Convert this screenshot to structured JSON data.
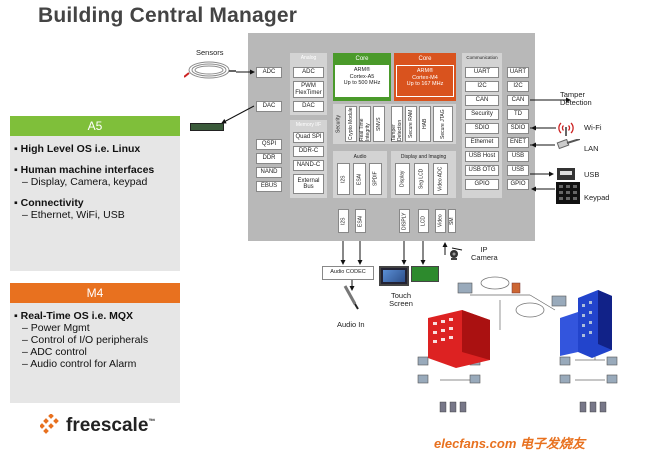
{
  "title": "Building Central Manager",
  "panels": {
    "a5": {
      "header": "A5",
      "sections": [
        {
          "heading": "High Level OS i.e. Linux",
          "items": []
        },
        {
          "heading": "Human machine interfaces",
          "items": [
            "Display, Camera, keypad"
          ]
        },
        {
          "heading": "Connectivity",
          "items": [
            "Ethernet, WiFi, USB"
          ]
        }
      ]
    },
    "m4": {
      "header": "M4",
      "sections": [
        {
          "heading": "Real-Time OS i.e. MQX",
          "items": [
            "Power Mgmt",
            "Control of I/O peripherals",
            "ADC control",
            "Audio control for Alarm"
          ]
        }
      ]
    }
  },
  "chip": {
    "left_pins": [
      "ADC",
      "DAC",
      "QSPI",
      "DDR",
      "NAND",
      "EBUS"
    ],
    "analog": {
      "header": "Analog",
      "blocks": [
        "ADC",
        "PWM FlexTimer",
        "DAC"
      ]
    },
    "memory": {
      "header": "Memory I/F",
      "blocks": [
        "Quad SPI",
        "DDR-C",
        "NAND-C",
        "External Bus"
      ]
    },
    "core_a5": {
      "header": "Core",
      "line1": "ARM®",
      "line2": "Cortex-A5",
      "line3": "Up to 500 MHz"
    },
    "core_m4": {
      "header": "Core",
      "line1": "ARM®",
      "line2": "Cortex-M4",
      "line3": "Up to 167 MHz"
    },
    "security_label": "Security",
    "security_blocks": [
      "Crypto Module",
      "Real Time Integrity",
      "SNVS",
      "Tamper Detection",
      "Secure RAM",
      "HAB",
      "Secure JTAG"
    ],
    "audio": {
      "header": "Audio",
      "blocks": [
        "I2S",
        "ESAI",
        "SPDIF"
      ]
    },
    "display": {
      "header": "Display and Imaging",
      "blocks": [
        "Display",
        "Seg LCD",
        "Video ADC"
      ]
    },
    "comm": {
      "header": "Communication",
      "blocks": [
        "UART",
        "I2C",
        "CAN",
        "Security",
        "SDIO",
        "Ethernet",
        "USB Host",
        "USB OTG",
        "GPIO"
      ]
    },
    "right_pins": [
      "UART",
      "I2C",
      "CAN",
      "TD",
      "SDIO",
      "ENET",
      "USB",
      "USB",
      "GPIO"
    ],
    "bottom_pins": [
      "I2S",
      "ESAI",
      "DISPLY",
      "LCD",
      "Video",
      "SM"
    ]
  },
  "labels": {
    "sensors": "Sensors",
    "tamper": "Tamper Detection",
    "wifi": "Wi-Fi",
    "lan": "LAN",
    "usb": "USB",
    "keypad": "Keypad",
    "ip_camera": "IP Camera",
    "audio_codec": "Audio CODEC",
    "audio_in": "Audio In",
    "touch_screen": "Touch Screen",
    "logo": "freescale",
    "logo_tm": "™",
    "watermark": "elecfans.com 电子发烧友"
  },
  "colors": {
    "a5_header": "#7fbf3a",
    "m4_header": "#e8711f",
    "core_a5": "#4a9a2a",
    "core_m4": "#d9531e",
    "chip_bg": "#b8b8b8",
    "header_dark": "#555555",
    "panel_bg": "#e6e6e6"
  }
}
